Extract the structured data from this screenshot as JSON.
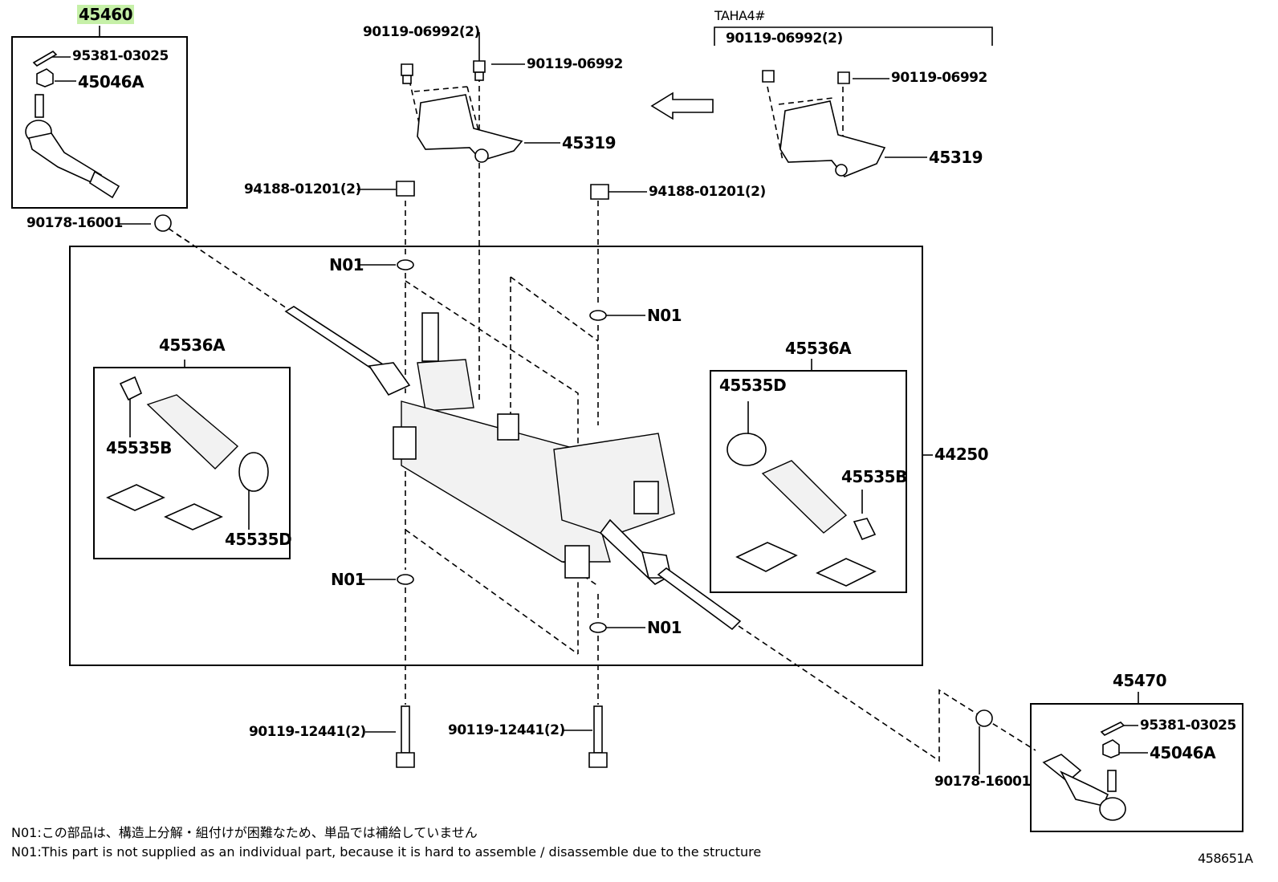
{
  "labels": {
    "tie_rod_left_assy": "45460",
    "cotter_pin_left": "95381-03025",
    "nut_left": "45046A",
    "nut_left_lower": "90178-16001",
    "bolt_top_a": "90119-06992(2)",
    "bolt_top_b": "90119-06992",
    "taha_note": "TAHA4#",
    "bolt_right_a": "90119-06992(2)",
    "bolt_right_b": "90119-06992",
    "bracket_main": "45319",
    "bracket_alt": "45319",
    "nut_94188_left": "94188-01201(2)",
    "nut_94188_right": "94188-01201(2)",
    "n01_1": "N01",
    "n01_2": "N01",
    "n01_3": "N01",
    "n01_4": "N01",
    "boot_kit_left": "45536A",
    "clamp_left_b": "45535B",
    "clamp_left_d": "45535D",
    "boot_kit_right": "45536A",
    "clamp_right_d": "45535D",
    "clamp_right_b": "45535B",
    "rack_assy": "44250",
    "bolt_bottom_left": "90119-12441(2)",
    "bolt_bottom_right": "90119-12441(2)",
    "tie_rod_right_assy": "45470",
    "cotter_pin_right": "95381-03025",
    "nut_right": "45046A",
    "nut_right_lower": "90178-16001"
  },
  "notes": {
    "jp": "N01:この部品は、構造上分解・組付けが困難なため、単品では補給していません",
    "en": "N01:This part is not supplied as an individual part, because it is hard to assemble / disassemble due to the structure"
  },
  "figure_id": "458651A"
}
